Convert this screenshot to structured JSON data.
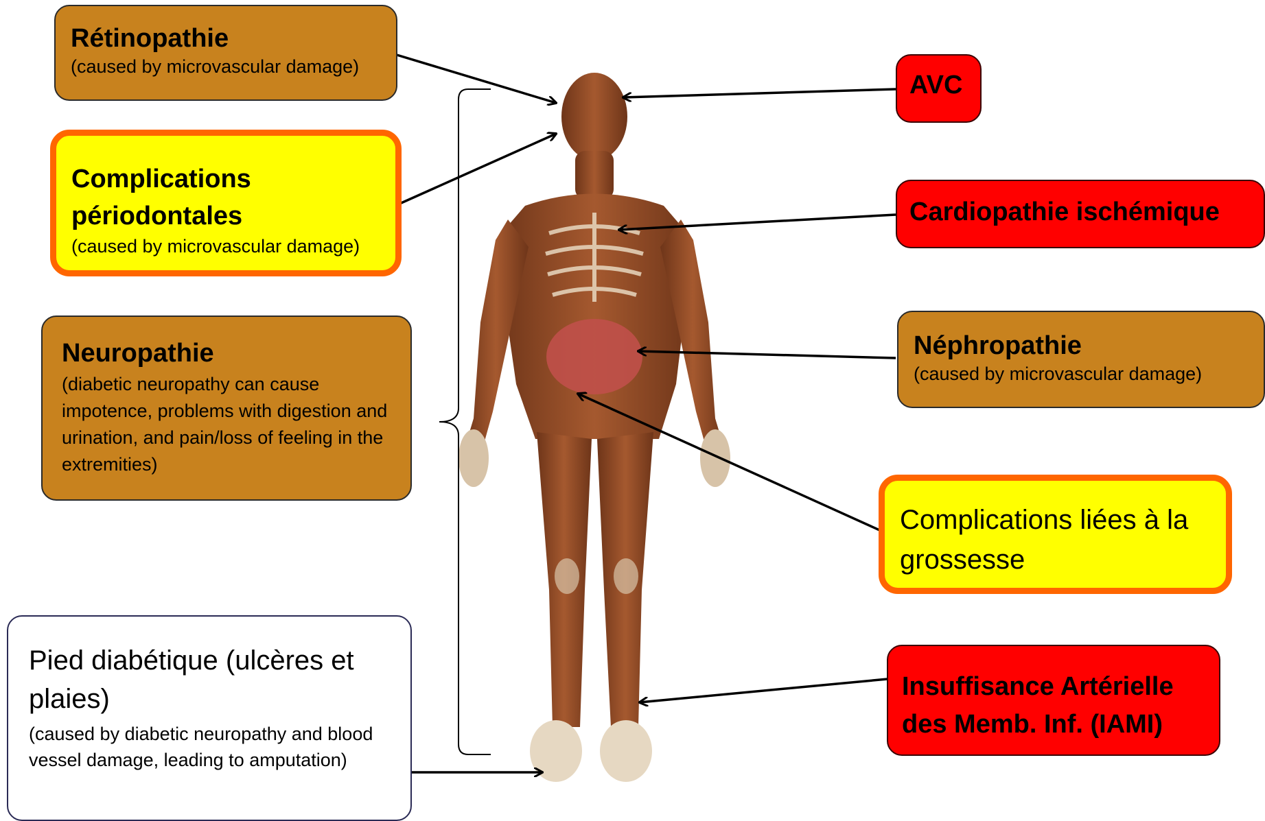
{
  "left_boxes": {
    "retinopathie": {
      "title": "Rétinopathie",
      "subtitle": "(caused by microvascular damage)"
    },
    "periodontal": {
      "title_line1": "Complications",
      "title_line2": "périodontales",
      "subtitle": "(caused by microvascular damage)"
    },
    "neuropathie": {
      "title": "Neuropathie",
      "subtitle": "(diabetic neuropathy can cause impotence, problems with digestion and urination, and pain/loss of feeling in the extremities)"
    },
    "pied": {
      "title": "Pied diabétique (ulcères et plaies)",
      "subtitle": "(caused by diabetic neuropathy and blood vessel damage, leading to amputation)"
    }
  },
  "right_boxes": {
    "avc": {
      "title": "AVC"
    },
    "cardio": {
      "title": "Cardiopathie ischémique"
    },
    "nephro": {
      "title": "Néphropathie",
      "subtitle": "(caused by microvascular damage)"
    },
    "grossesse": {
      "title": "Complications liées à la grossesse"
    },
    "iami": {
      "title_line1": "Insuffisance Artérielle",
      "title_line2": "des Memb. Inf. (IAMI)"
    }
  },
  "colors": {
    "microvascular": "#c8821e",
    "macrovascular": "#ff0000",
    "highlight_fill": "#ffff00",
    "highlight_border": "#ff6600",
    "figure_skin": "#8b4a2b"
  },
  "figure": {
    "icon": "human-anatomy-figure"
  }
}
